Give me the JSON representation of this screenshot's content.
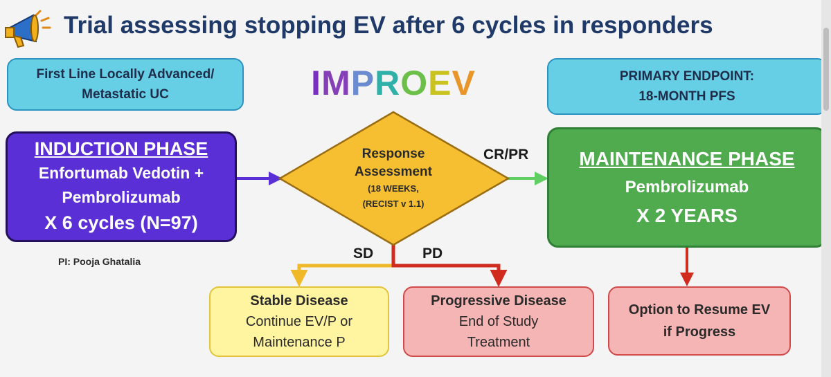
{
  "title": "Trial assessing stopping EV after 6 cycles in responders",
  "trial_name": [
    "I",
    "M",
    "P",
    "R",
    "O",
    "E",
    "V"
  ],
  "trial_name_colors": [
    "#7b2fbf",
    "#8540b8",
    "#6a8bd0",
    "#2fb0a8",
    "#6cc04a",
    "#c9c21f",
    "#e8962a"
  ],
  "top_left_box": {
    "line1": "First Line Locally Advanced/",
    "line2": "Metastatic UC"
  },
  "top_right_box": {
    "line1": "PRIMARY ENDPOINT:",
    "line2": "18-MONTH PFS"
  },
  "induction": {
    "heading": "INDUCTION PHASE",
    "line1": "Enfortumab Vedotin +",
    "line2": "Pembrolizumab",
    "line3": "X 6 cycles (N=97)"
  },
  "pi": "PI: Pooja Ghatalia",
  "response": {
    "line1": "Response",
    "line2": "Assessment",
    "line3": "(18 WEEKS,",
    "line4": "(RECIST v 1.1)"
  },
  "labels": {
    "crpr": "CR/PR",
    "sd": "SD",
    "pd": "PD"
  },
  "maintenance": {
    "heading": "MAINTENANCE PHASE",
    "line1": "Pembrolizumab",
    "line2": "X 2 YEARS"
  },
  "stable": {
    "heading": "Stable Disease",
    "line1": "Continue EV/P or",
    "line2": "Maintenance P"
  },
  "progressive": {
    "heading": "Progressive Disease",
    "line1": "End of Study",
    "line2": "Treatment"
  },
  "resume": {
    "line1": "Option to Resume EV",
    "line2": "if Progress"
  },
  "colors": {
    "arrow_induction": "#5b2fd6",
    "arrow_crpr": "#5fcf63",
    "arrow_sd": "#f0b929",
    "arrow_pd": "#d12a1e",
    "arrow_resume": "#d12a1e",
    "diamond_fill": "#f6bf32",
    "diamond_stroke": "#9b6d12"
  }
}
